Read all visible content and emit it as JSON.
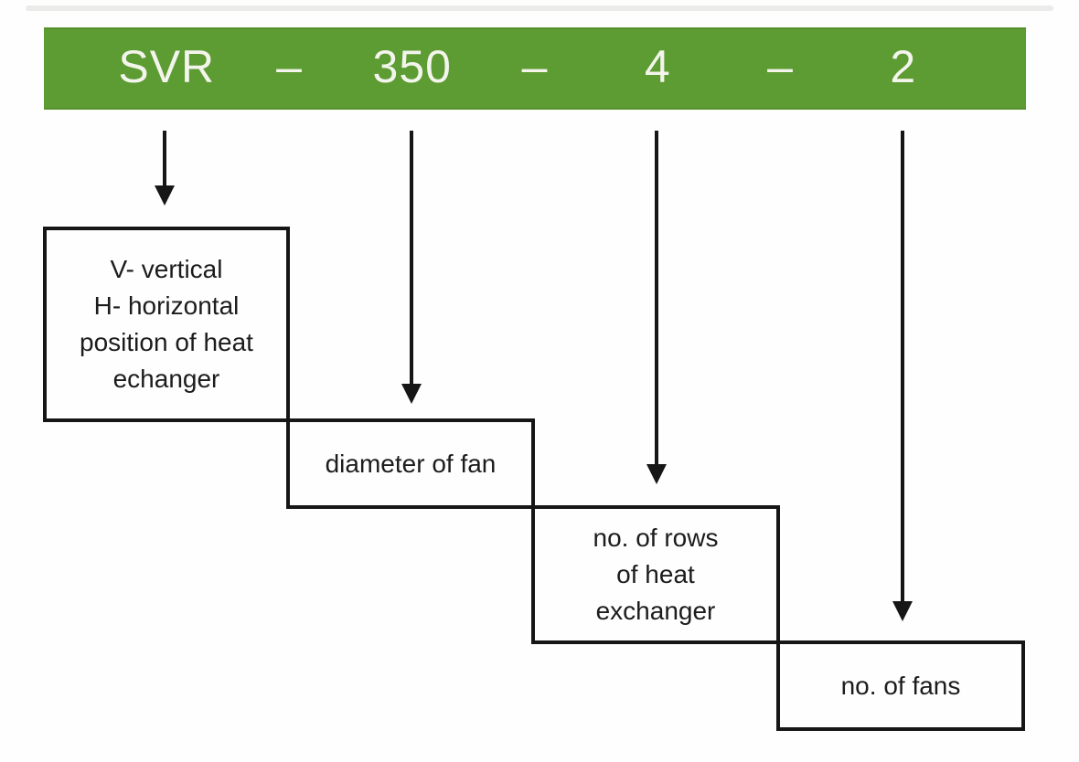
{
  "diagram": {
    "banner": {
      "background_color": "#5d9b33",
      "text_color": "#f3f5ec",
      "parts": [
        "SVR",
        "–",
        "350",
        "–",
        "4",
        "–",
        "2"
      ]
    },
    "arrow_color": "#161616",
    "box_border_color": "#161616",
    "callouts": [
      {
        "code": "SVR",
        "lines": [
          "V- vertical",
          "H- horizontal",
          "position of heat",
          "echanger"
        ]
      },
      {
        "code": "350",
        "lines": [
          "diameter of fan"
        ]
      },
      {
        "code": "4",
        "lines": [
          "no. of rows",
          "of heat",
          "exchanger"
        ]
      },
      {
        "code": "2",
        "lines": [
          "no. of fans"
        ]
      }
    ]
  }
}
